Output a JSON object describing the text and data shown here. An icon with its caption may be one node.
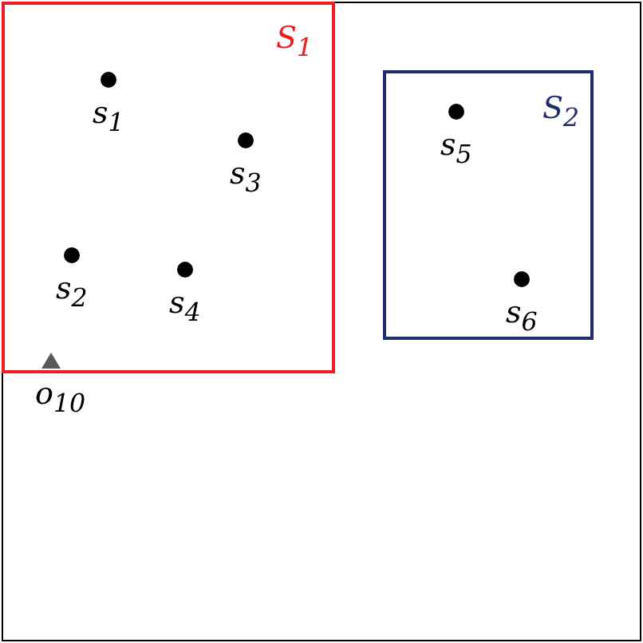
{
  "diagram": {
    "nodes": [
      {
        "text": [
          "S$_{1}$"
        ]
      },
      {
        "text": [],
        "shape": "circle",
        "in": 0,
        "beside": [
          "s$_{1}$"
        ]
      },
      {
        "text": [],
        "shape": "circle",
        "in": 0,
        "beside": [
          "s$_{3}$"
        ]
      },
      {
        "text": [],
        "shape": "circle",
        "in": 0,
        "beside": [
          "s$_{2}$"
        ]
      },
      {
        "text": [],
        "shape": "circle",
        "in": 0,
        "beside": [
          "s$_{4}$"
        ]
      },
      {
        "text": [],
        "shape": "triangle",
        "in": 0,
        "beside": [
          "o$_{10}$"
        ]
      },
      {
        "text": [
          "S$_{2}$"
        ]
      },
      {
        "text": [],
        "shape": "circle",
        "in": 6,
        "beside": [
          "s$_{5}$"
        ]
      },
      {
        "text": [],
        "shape": "circle",
        "in": 6,
        "beside": [
          "s$_{6}$"
        ]
      }
    ]
  }
}
